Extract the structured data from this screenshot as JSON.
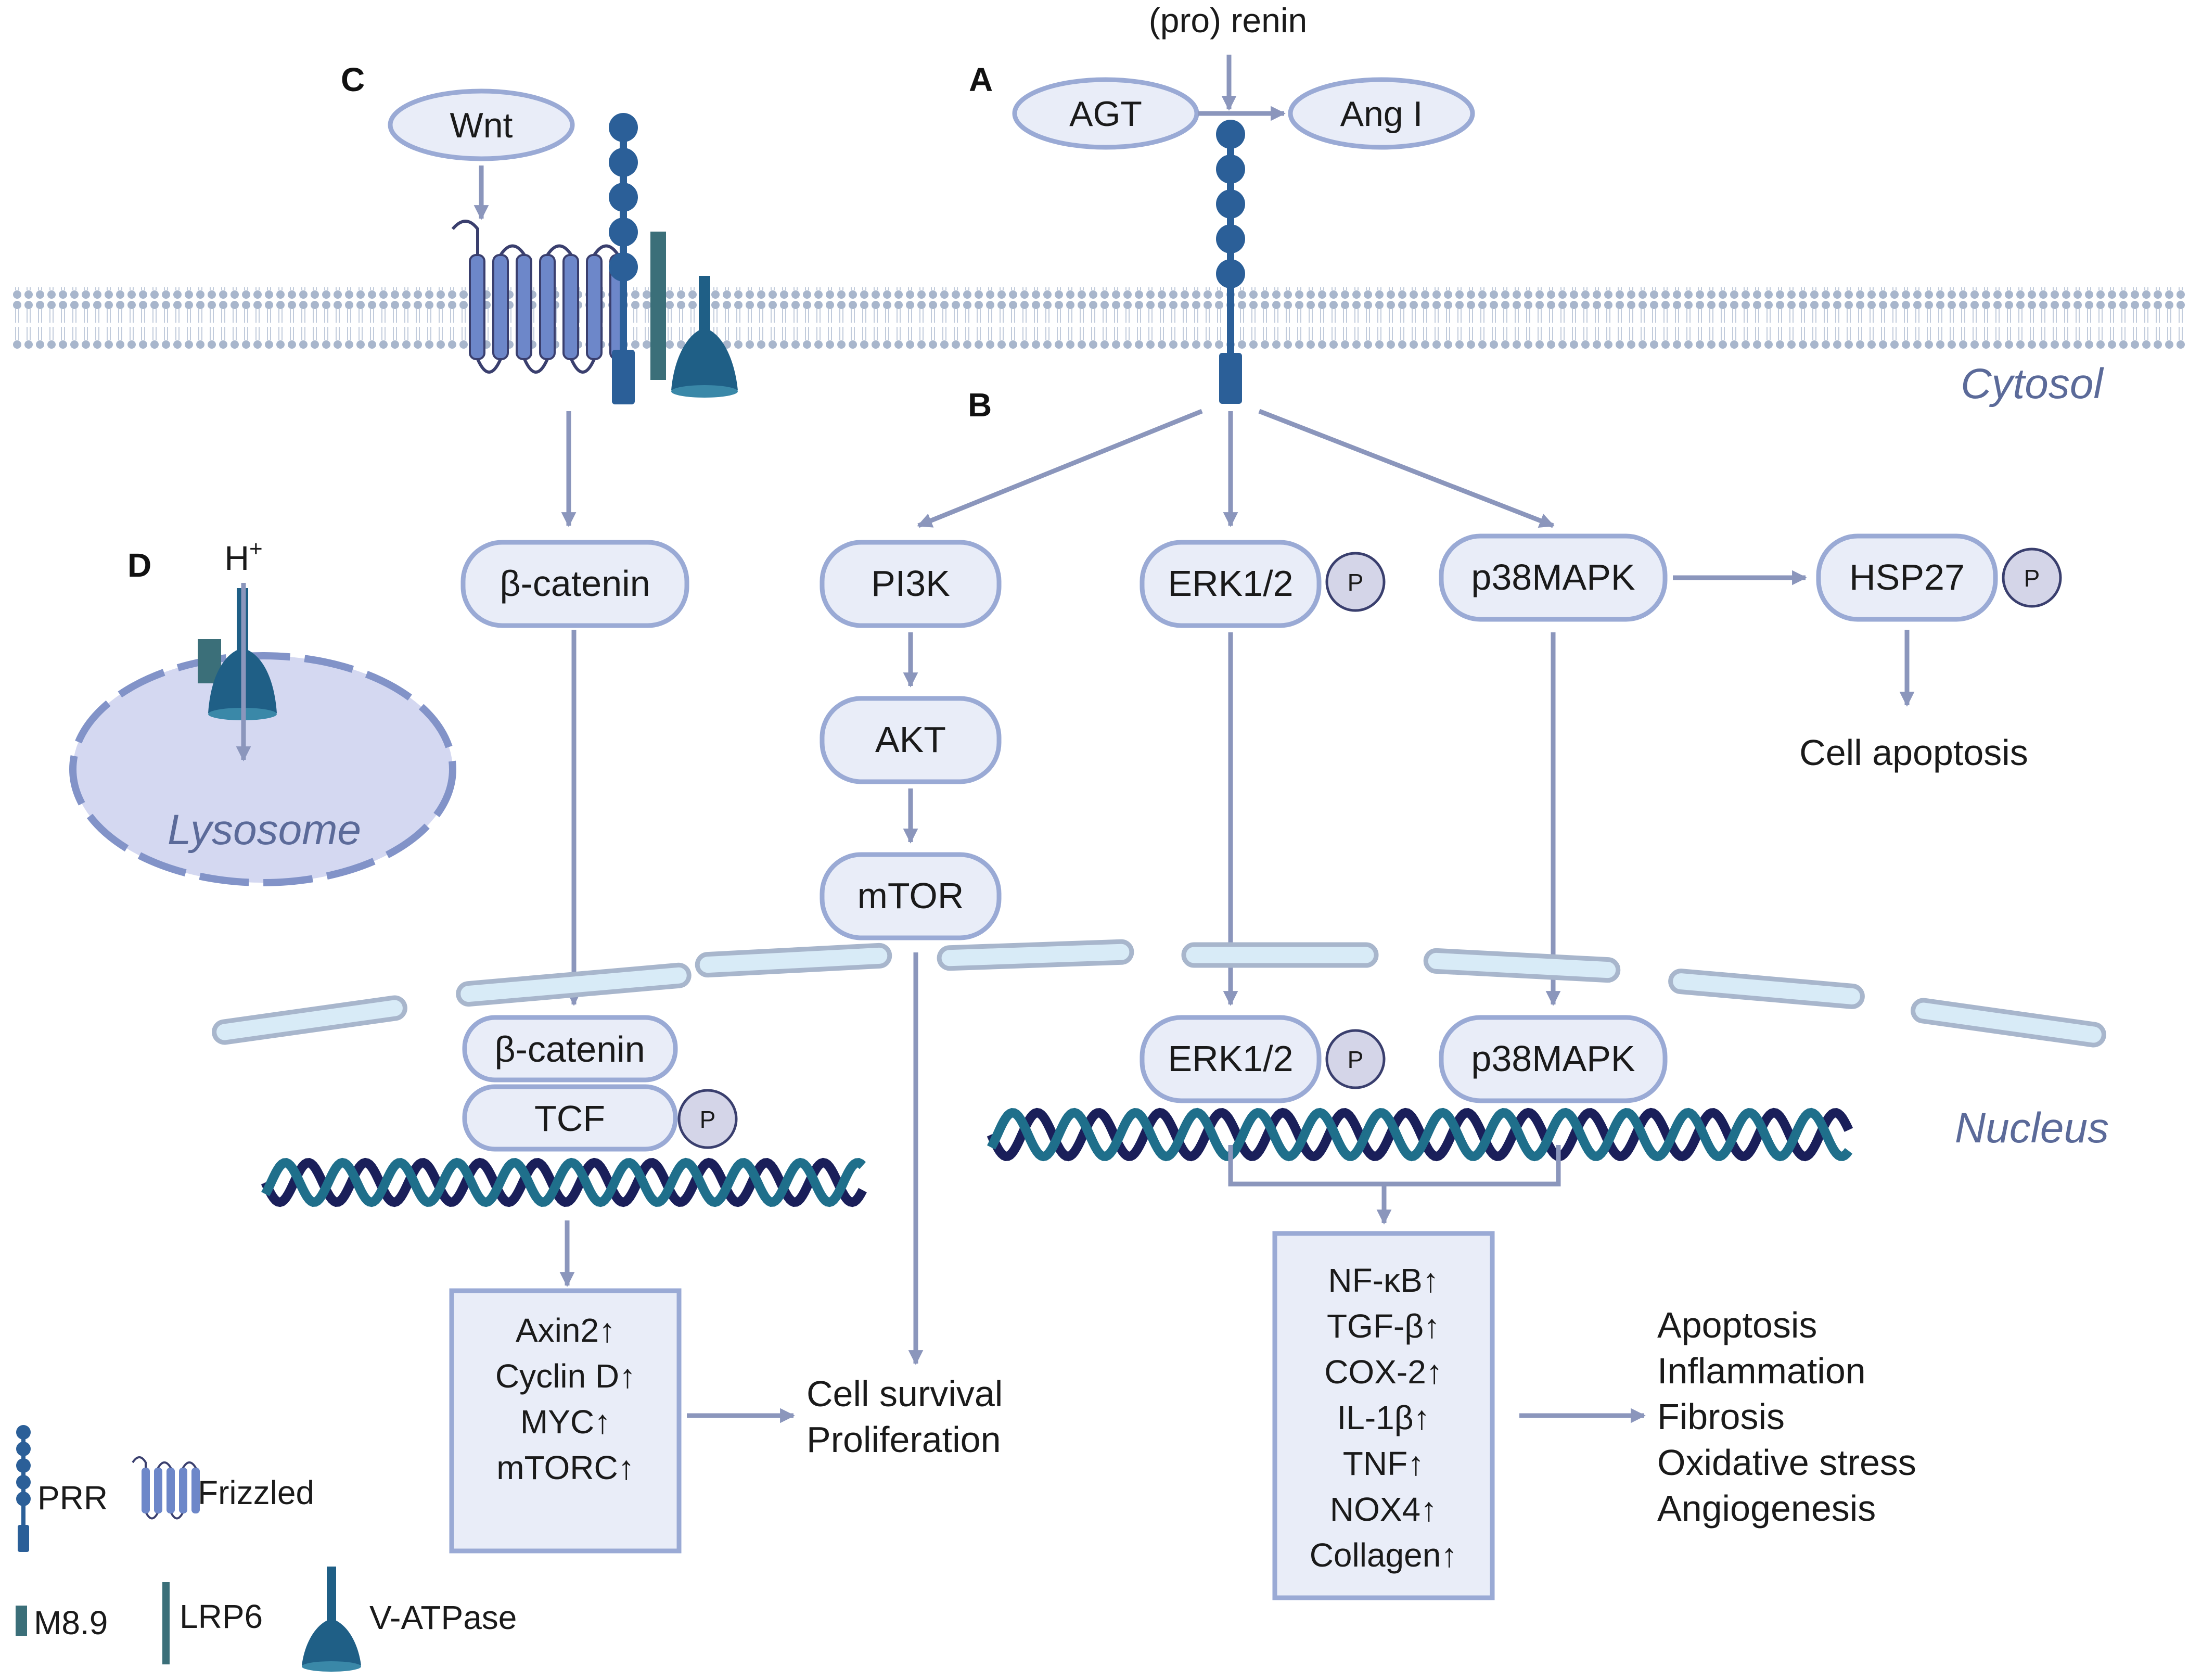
{
  "colors": {
    "arrow": "#8b96bc",
    "node_fill": "#e9edf8",
    "node_stroke": "#9aaad5",
    "membrane": "#a8b6cc",
    "prr_blue": "#2b5f98",
    "teal": "#226f8c",
    "lysosome_fill": "#d4d8f1",
    "label_italic": "#5b6a99",
    "phospho_fill": "#d4d5e8",
    "text": "#1a1a1a"
  },
  "panels": {
    "a": "A",
    "b": "B",
    "c": "C",
    "d": "D"
  },
  "top": {
    "pro_renin": "(pro) renin",
    "agt": "AGT",
    "ang1": "Ang I",
    "wnt": "Wnt"
  },
  "compartments": {
    "cytosol": "Cytosol",
    "nucleus": "Nucleus",
    "lysosome": "Lysosome"
  },
  "lysosome": {
    "proton": "H",
    "proton_sup": "+"
  },
  "nodes": {
    "bcatenin_cyto": "β-catenin",
    "pi3k": "PI3K",
    "akt": "AKT",
    "mtor": "mTOR",
    "erk_cyto": "ERK1/2",
    "p38_cyto": "p38MAPK",
    "hsp27": "HSP27",
    "bcatenin_nuc": "β-catenin",
    "tcf": "TCF",
    "erk_nuc": "ERK1/2",
    "p38_nuc": "p38MAPK",
    "phospho": "P"
  },
  "outcomes": {
    "apoptosis_cell": "Cell apoptosis",
    "survival": [
      "Cell survival",
      "Proliferation"
    ],
    "right": [
      "Apoptosis",
      "Inflammation",
      "Fibrosis",
      "Oxidative stress",
      "Angiogenesis"
    ]
  },
  "boxes": {
    "wnt_targets": [
      "Axin2↑",
      "Cyclin D↑",
      "MYC↑",
      "mTORC↑"
    ],
    "nfkb_targets": [
      "NF-κB↑",
      "TGF-β↑",
      "COX-2↑",
      "IL-1β↑",
      "TNF↑",
      "NOX4↑",
      "Collagen↑"
    ]
  },
  "legend": {
    "prr": "PRR",
    "frizzled": "Frizzled",
    "m89": "M8.9",
    "lrp6": "LRP6",
    "vatpase": "V-ATPase"
  }
}
